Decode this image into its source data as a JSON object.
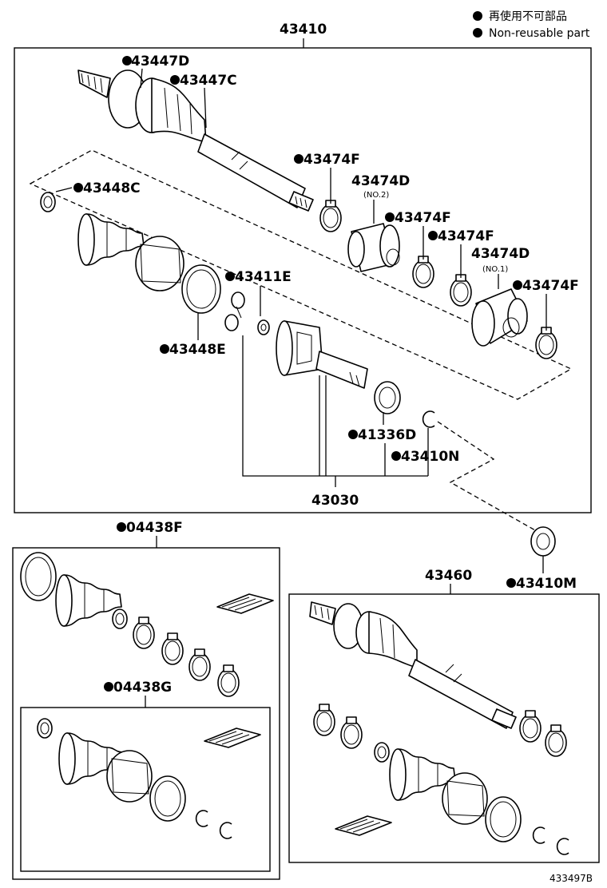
{
  "legend": {
    "jp": "再使用不可部品",
    "en": "Non-reusable part"
  },
  "assemblies": {
    "main": "43410",
    "inner_joint": "43030",
    "kit_outer": "04438F",
    "kit_inner": "04438G",
    "alt_shaft": "43460"
  },
  "parts": {
    "p43447D": "43447D",
    "p43447C": "43447C",
    "p43448C": "43448C",
    "p43474F_1": "43474F",
    "p43474D_1": "43474D",
    "p43474D_1_sub": "(NO.2)",
    "p43474F_2": "43474F",
    "p43474F_3": "43474F",
    "p43474D_2": "43474D",
    "p43474D_2_sub": "(NO.1)",
    "p43474F_4": "43474F",
    "p43411E": "43411E",
    "p43448E": "43448E",
    "p41336D": "41336D",
    "p43410N": "43410N",
    "p43410M": "43410M"
  },
  "footer_ref": "433497B"
}
